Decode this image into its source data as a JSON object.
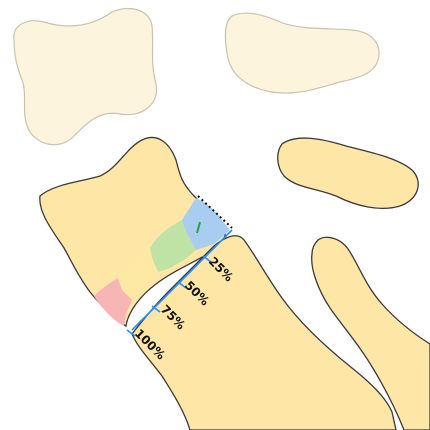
{
  "labels": {
    "p25": "25%",
    "p50": "50%",
    "p75": "75%",
    "p100": "100%"
  },
  "colors": {
    "bone_main": "#fde6a6",
    "bone_faded": "#fcf4dc",
    "outline": "#3a3a3a",
    "outline_faded": "#c8c2b0",
    "zone_blue": "#a8cdf0",
    "zone_green": "#bfe3a4",
    "zone_yellow": "#fde9a4",
    "zone_red": "#f7b5b5",
    "measure_line": "#1e90ff",
    "mark_green": "#2ea043"
  }
}
